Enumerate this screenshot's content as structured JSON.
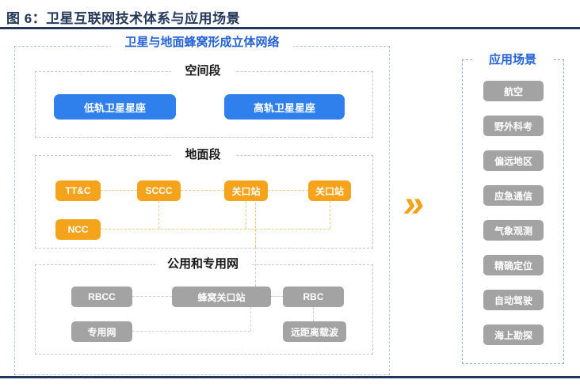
{
  "figure": {
    "title": "图 6：卫星互联网技术体系与应用场景"
  },
  "diagram": {
    "network_title": "卫星与地面蜂窝形成立体网络",
    "arrow_glyph": "»",
    "space_segment": {
      "label": "空间段",
      "nodes": [
        "低轨卫星星座",
        "高轨卫星星座"
      ]
    },
    "ground_segment": {
      "label": "地面段",
      "row1": [
        "TT&C",
        "SCCC",
        "关口站",
        "关口站"
      ],
      "row2": [
        "NCC"
      ]
    },
    "network_segment": {
      "label": "公用和专用网",
      "row1": [
        "RBCC",
        "蜂窝关口站",
        "RBC"
      ],
      "row2": [
        "专用网",
        "远距离载波"
      ]
    }
  },
  "applications": {
    "label": "应用场景",
    "items": [
      "航空",
      "野外科考",
      "偏远地区",
      "应急通信",
      "气象观测",
      "精确定位",
      "自动驾驶",
      "海上勘探"
    ]
  },
  "colors": {
    "node_blue": "#2F80ED",
    "node_orange": "#F5A31B",
    "node_gray": "#A3A3A3",
    "heading_blue": "#2563D4",
    "rule_navy": "#24385B"
  }
}
